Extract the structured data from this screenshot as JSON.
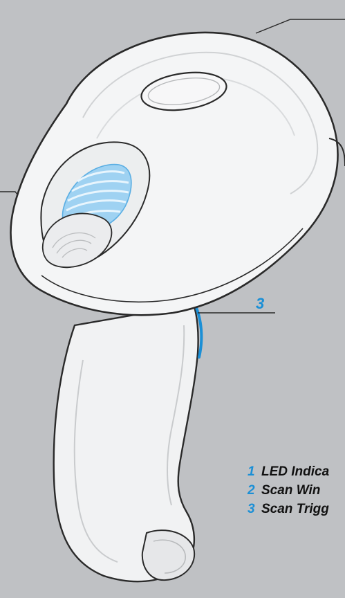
{
  "colors": {
    "background": "#bfc1c4",
    "accent": "#1a8fd6",
    "scan_window": "#9fd2f2",
    "device_body": "#f4f5f6",
    "outline": "#2a2a2a",
    "text": "#111111"
  },
  "callouts": {
    "trigger_number": "3"
  },
  "legend": [
    {
      "number": "1",
      "label": "LED Indica"
    },
    {
      "number": "2",
      "label": "Scan Win"
    },
    {
      "number": "3",
      "label": "Scan Trigg"
    }
  ]
}
